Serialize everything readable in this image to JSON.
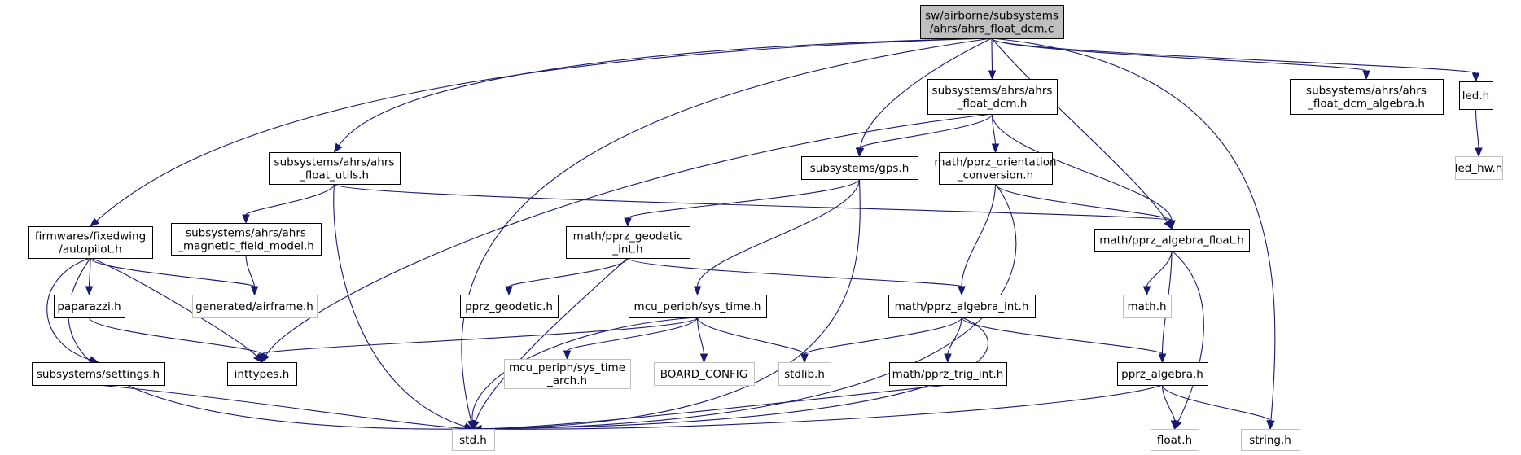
{
  "graph": {
    "colors": {
      "edge": "#191970",
      "root_fill": "#bfbfbf",
      "node_border": "#000000",
      "missing_border": "#bfbfbf"
    },
    "nodes": [
      {
        "id": "root",
        "lines": [
          "sw/airborne/subsystems",
          "/ahrs/ahrs_float_dcm.c"
        ],
        "style": "root"
      },
      {
        "id": "dcm_h",
        "lines": [
          "subsystems/ahrs/ahrs",
          "_float_dcm.h"
        ],
        "style": "normal"
      },
      {
        "id": "dcm_alg",
        "lines": [
          "subsystems/ahrs/ahrs",
          "_float_dcm_algebra.h"
        ],
        "style": "normal"
      },
      {
        "id": "led",
        "lines": [
          "led.h"
        ],
        "style": "normal"
      },
      {
        "id": "led_hw",
        "lines": [
          "led_hw.h"
        ],
        "style": "missing"
      },
      {
        "id": "utils",
        "lines": [
          "subsystems/ahrs/ahrs",
          "_float_utils.h"
        ],
        "style": "normal"
      },
      {
        "id": "gps",
        "lines": [
          "subsystems/gps.h"
        ],
        "style": "normal"
      },
      {
        "id": "orient",
        "lines": [
          "math/pprz_orientation",
          "_conversion.h"
        ],
        "style": "normal"
      },
      {
        "id": "autopilot",
        "lines": [
          "firmwares/fixedwing",
          "/autopilot.h"
        ],
        "style": "normal"
      },
      {
        "id": "magfield",
        "lines": [
          "subsystems/ahrs/ahrs",
          "_magnetic_field_model.h"
        ],
        "style": "normal"
      },
      {
        "id": "geodetic_int",
        "lines": [
          "math/pprz_geodetic",
          "_int.h"
        ],
        "style": "normal"
      },
      {
        "id": "alg_float",
        "lines": [
          "math/pprz_algebra_float.h"
        ],
        "style": "normal"
      },
      {
        "id": "paparazzi",
        "lines": [
          "paparazzi.h"
        ],
        "style": "normal"
      },
      {
        "id": "airframe",
        "lines": [
          "generated/airframe.h"
        ],
        "style": "missing"
      },
      {
        "id": "geodetic",
        "lines": [
          "pprz_geodetic.h"
        ],
        "style": "normal"
      },
      {
        "id": "sys_time",
        "lines": [
          "mcu_periph/sys_time.h"
        ],
        "style": "normal"
      },
      {
        "id": "alg_int",
        "lines": [
          "math/pprz_algebra_int.h"
        ],
        "style": "normal"
      },
      {
        "id": "math",
        "lines": [
          "math.h"
        ],
        "style": "missing"
      },
      {
        "id": "settings",
        "lines": [
          "subsystems/settings.h"
        ],
        "style": "normal"
      },
      {
        "id": "inttypes",
        "lines": [
          "inttypes.h"
        ],
        "style": "normal"
      },
      {
        "id": "sys_time_arch",
        "lines": [
          "mcu_periph/sys_time",
          "_arch.h"
        ],
        "style": "missing"
      },
      {
        "id": "board",
        "lines": [
          "BOARD_CONFIG"
        ],
        "style": "missing"
      },
      {
        "id": "stdlib",
        "lines": [
          "stdlib.h"
        ],
        "style": "missing"
      },
      {
        "id": "trig_int",
        "lines": [
          "math/pprz_trig_int.h"
        ],
        "style": "normal"
      },
      {
        "id": "pprz_alg",
        "lines": [
          "pprz_algebra.h"
        ],
        "style": "normal"
      },
      {
        "id": "std",
        "lines": [
          "std.h"
        ],
        "style": "missing"
      },
      {
        "id": "float",
        "lines": [
          "float.h"
        ],
        "style": "missing"
      },
      {
        "id": "string",
        "lines": [
          "string.h"
        ],
        "style": "missing"
      }
    ],
    "edges": [
      [
        "root",
        "dcm_h"
      ],
      [
        "root",
        "dcm_alg"
      ],
      [
        "root",
        "led"
      ],
      [
        "root",
        "utils"
      ],
      [
        "root",
        "gps"
      ],
      [
        "root",
        "autopilot"
      ],
      [
        "root",
        "alg_float"
      ],
      [
        "root",
        "std"
      ],
      [
        "root",
        "string"
      ],
      [
        "led",
        "led_hw"
      ],
      [
        "dcm_h",
        "gps"
      ],
      [
        "dcm_h",
        "orient"
      ],
      [
        "dcm_h",
        "alg_float"
      ],
      [
        "dcm_h",
        "inttypes"
      ],
      [
        "utils",
        "magfield"
      ],
      [
        "utils",
        "alg_float"
      ],
      [
        "utils",
        "std"
      ],
      [
        "gps",
        "geodetic_int"
      ],
      [
        "gps",
        "sys_time"
      ],
      [
        "gps",
        "std"
      ],
      [
        "orient",
        "alg_float"
      ],
      [
        "orient",
        "alg_int"
      ],
      [
        "orient",
        "std"
      ],
      [
        "autopilot",
        "paparazzi"
      ],
      [
        "autopilot",
        "airframe"
      ],
      [
        "autopilot",
        "inttypes"
      ],
      [
        "autopilot",
        "settings"
      ],
      [
        "autopilot",
        "std"
      ],
      [
        "magfield",
        "airframe"
      ],
      [
        "geodetic_int",
        "geodetic"
      ],
      [
        "geodetic_int",
        "alg_int"
      ],
      [
        "geodetic_int",
        "std"
      ],
      [
        "alg_float",
        "math"
      ],
      [
        "alg_float",
        "pprz_alg"
      ],
      [
        "alg_float",
        "float"
      ],
      [
        "paparazzi",
        "inttypes"
      ],
      [
        "sys_time",
        "inttypes"
      ],
      [
        "sys_time",
        "sys_time_arch"
      ],
      [
        "sys_time",
        "board"
      ],
      [
        "sys_time",
        "stdlib"
      ],
      [
        "sys_time",
        "std"
      ],
      [
        "alg_int",
        "stdlib"
      ],
      [
        "alg_int",
        "trig_int"
      ],
      [
        "alg_int",
        "pprz_alg"
      ],
      [
        "alg_int",
        "std"
      ],
      [
        "settings",
        "std"
      ],
      [
        "trig_int",
        "std"
      ],
      [
        "pprz_alg",
        "float"
      ],
      [
        "pprz_alg",
        "string"
      ],
      [
        "pprz_alg",
        "std"
      ]
    ]
  }
}
